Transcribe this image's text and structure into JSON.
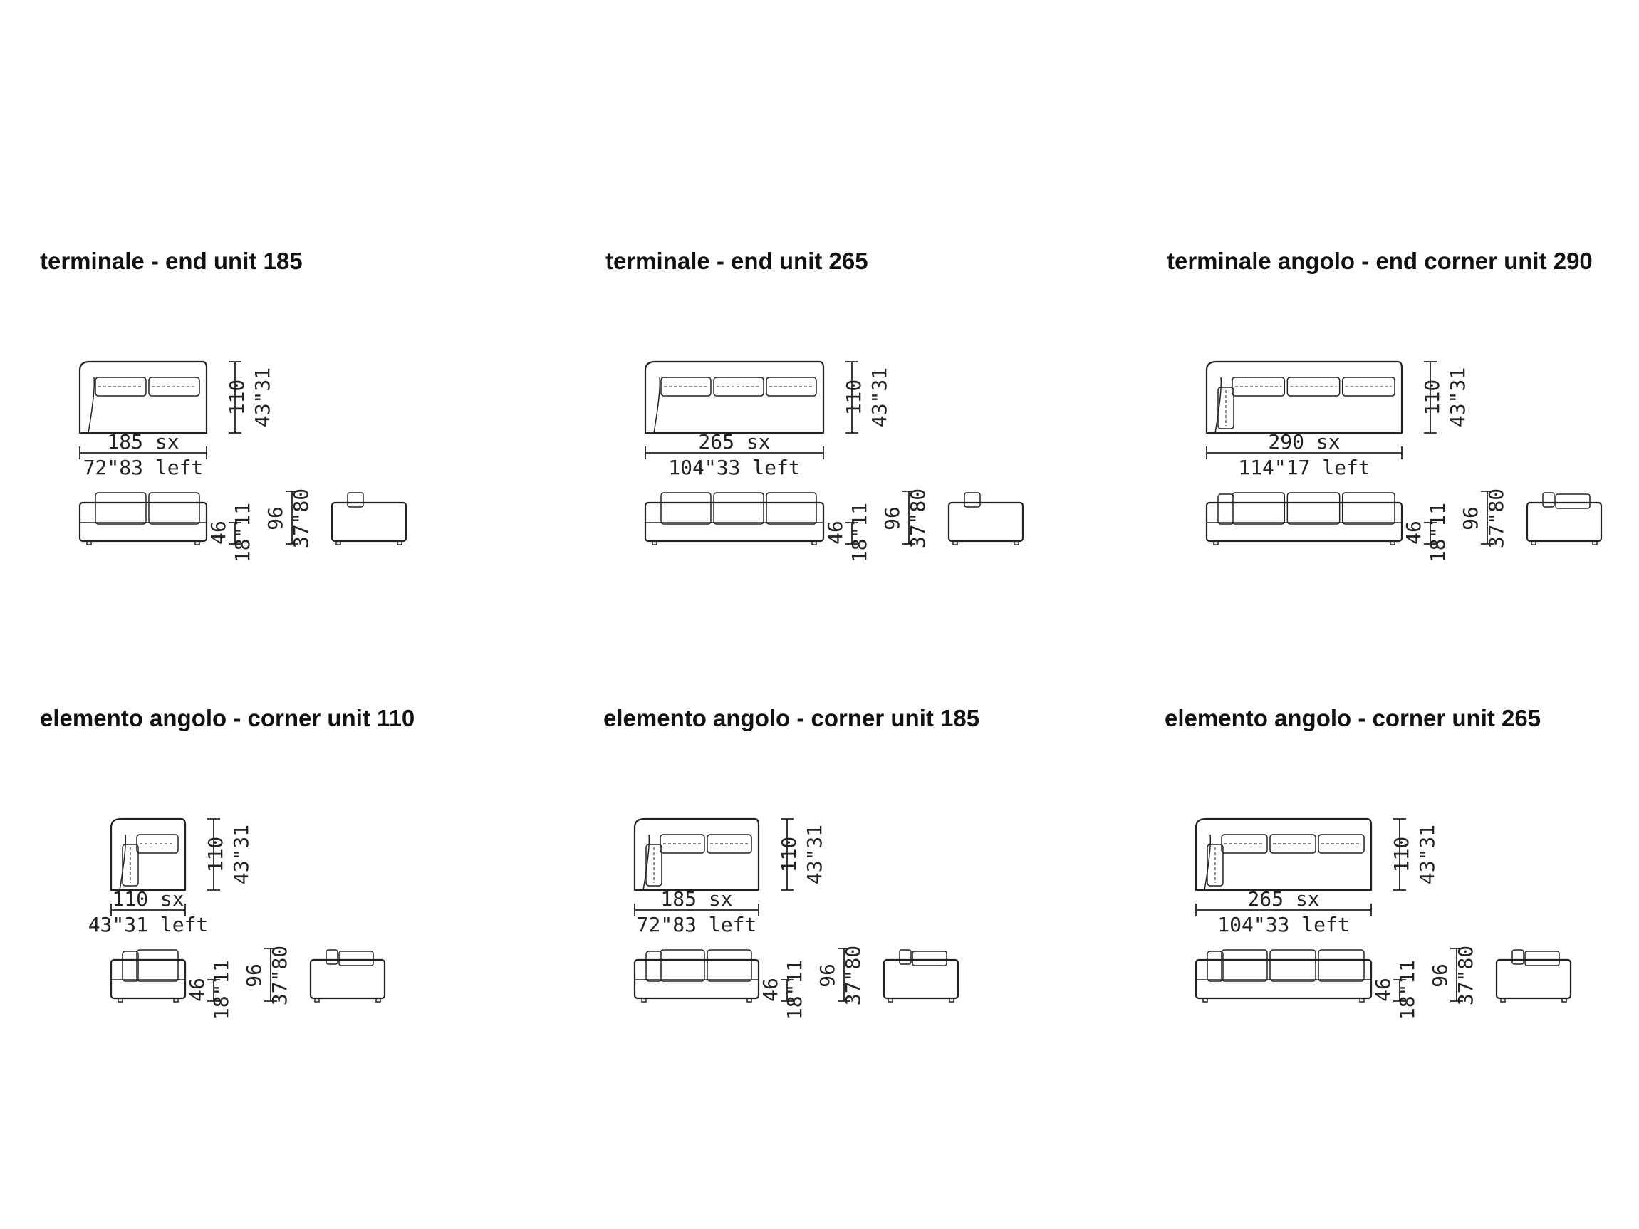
{
  "units": [
    {
      "title": "terminale - end unit 185",
      "kind": "end",
      "seats": 2,
      "width_cm": "185",
      "side_label": "sx",
      "width_in": "72\"83",
      "side_label_en": "left",
      "depth_cm": "110",
      "depth_in": "43\"31",
      "seat_h_cm": "46",
      "seat_h_in": "18\"11",
      "height_cm": "96",
      "height_in": "37\"80"
    },
    {
      "title": "terminale - end unit 265",
      "kind": "end",
      "seats": 3,
      "width_cm": "265",
      "side_label": "sx",
      "width_in": "104\"33",
      "side_label_en": "left",
      "depth_cm": "110",
      "depth_in": "43\"31",
      "seat_h_cm": "46",
      "seat_h_in": "18\"11",
      "height_cm": "96",
      "height_in": "37\"80"
    },
    {
      "title": "terminale angolo - end corner unit 290",
      "kind": "end-corner",
      "seats": 3,
      "width_cm": "290",
      "side_label": "sx",
      "width_in": "114\"17",
      "side_label_en": "left",
      "depth_cm": "110",
      "depth_in": "43\"31",
      "seat_h_cm": "46",
      "seat_h_in": "18\"11",
      "height_cm": "96",
      "height_in": "37\"80"
    },
    {
      "title": "elemento angolo - corner unit 110",
      "kind": "corner",
      "seats": 1,
      "width_cm": "110",
      "side_label": "sx",
      "width_in": "43\"31",
      "side_label_en": "left",
      "depth_cm": "110",
      "depth_in": "43\"31",
      "seat_h_cm": "46",
      "seat_h_in": "18\"11",
      "height_cm": "96",
      "height_in": "37\"80"
    },
    {
      "title": "elemento angolo - corner unit 185",
      "kind": "corner",
      "seats": 2,
      "width_cm": "185",
      "side_label": "sx",
      "width_in": "72\"83",
      "side_label_en": "left",
      "depth_cm": "110",
      "depth_in": "43\"31",
      "seat_h_cm": "46",
      "seat_h_in": "18\"11",
      "height_cm": "96",
      "height_in": "37\"80"
    },
    {
      "title": "elemento angolo - corner unit 265",
      "kind": "corner",
      "seats": 3,
      "width_cm": "265",
      "side_label": "sx",
      "width_in": "104\"33",
      "side_label_en": "left",
      "depth_cm": "110",
      "depth_in": "43\"31",
      "seat_h_cm": "46",
      "seat_h_in": "18\"11",
      "height_cm": "96",
      "height_in": "37\"80"
    }
  ]
}
